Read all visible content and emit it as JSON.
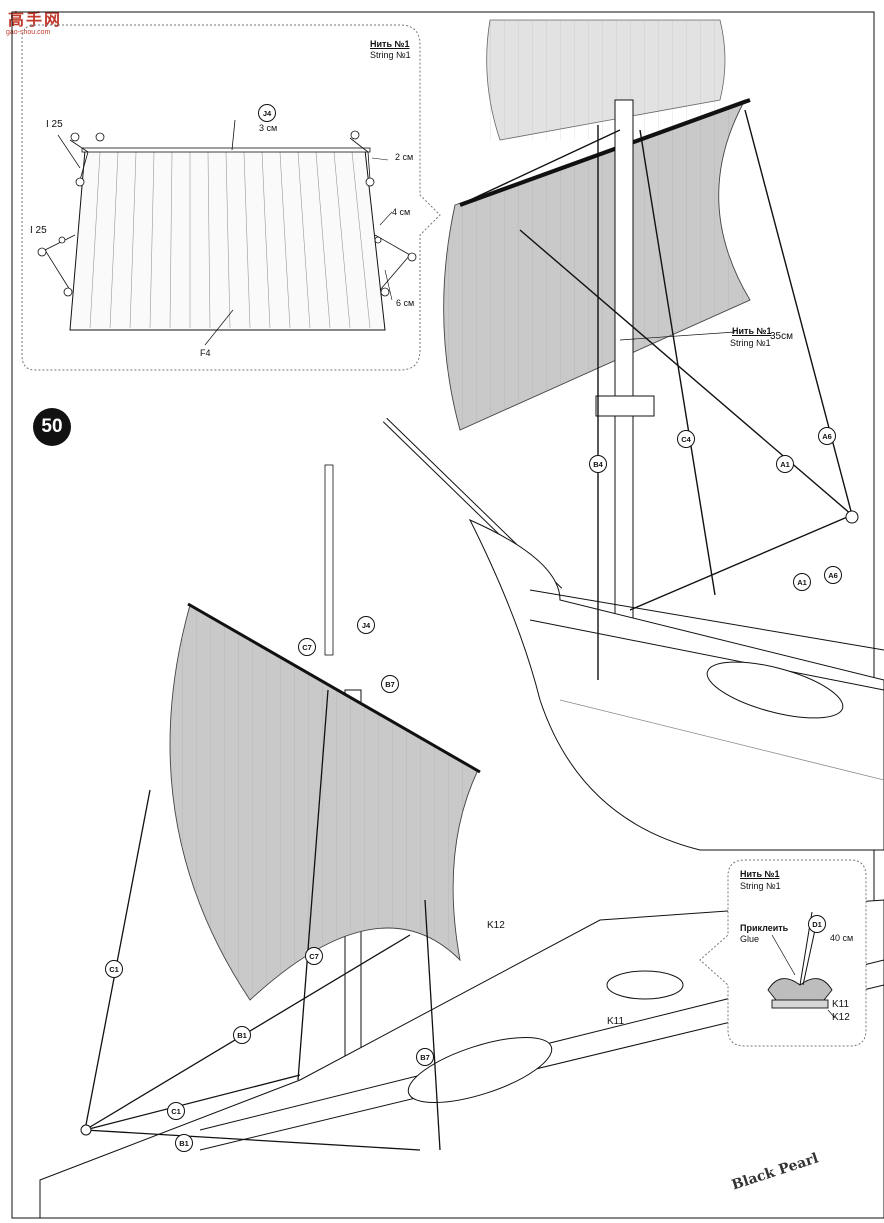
{
  "logo": {
    "chars": "高手网",
    "url": "gao-shou.com"
  },
  "step_number": "50",
  "inset_top": {
    "string_ru": "Нить №1",
    "string_en": "String №1",
    "l25_a": "I 25",
    "l25_b": "I 25",
    "j4": "J4",
    "cm3": "3 см",
    "cm2": "2 см",
    "cm4": "4 см",
    "cm6": "6 см",
    "f4": "F4"
  },
  "right_diagram": {
    "string_ru": "Нить №1",
    "string_en": "String №1",
    "length": "35см",
    "badges": [
      "B4",
      "C4",
      "A6",
      "A1",
      "A1",
      "A6"
    ]
  },
  "left_diagram": {
    "badges": [
      "J4",
      "C7",
      "B7",
      "C1",
      "C7",
      "B1",
      "C1",
      "B1",
      "B7"
    ],
    "k12": "K12",
    "k11": "K11"
  },
  "inset_bottom": {
    "string_ru": "Нить №1",
    "string_en": "String №1",
    "glue_ru": "Приклеить",
    "glue_en": "Glue",
    "d1": "D1",
    "cm40": "40 см",
    "k11": "K11",
    "k12": "K12"
  },
  "hull_text": "Black Pearl",
  "colors": {
    "sail": "#c9c9c9",
    "ink": "#111111",
    "accent": "#c0392b"
  }
}
